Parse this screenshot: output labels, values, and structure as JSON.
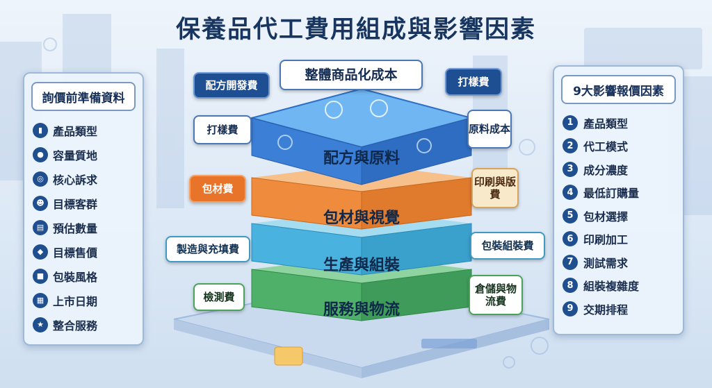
{
  "title": "保養品代工費用組成與影響因素",
  "left_panel": {
    "heading": "詢價前準備資料",
    "items": [
      {
        "label": "產品類型",
        "icon": "bar-chart-icon"
      },
      {
        "label": "容量質地",
        "icon": "bottle-icon"
      },
      {
        "label": "核心訴求",
        "icon": "target-icon"
      },
      {
        "label": "目標客群",
        "icon": "people-icon"
      },
      {
        "label": "預估數量",
        "icon": "bars-icon"
      },
      {
        "label": "目標售價",
        "icon": "price-tag-icon"
      },
      {
        "label": "包裝風格",
        "icon": "box-icon"
      },
      {
        "label": "上市日期",
        "icon": "calendar-icon"
      },
      {
        "label": "整合服務",
        "icon": "service-icon"
      }
    ]
  },
  "right_panel": {
    "heading": "9大影響報價因素",
    "items": [
      {
        "num": "1",
        "label": "產品類型"
      },
      {
        "num": "2",
        "label": "代工模式"
      },
      {
        "num": "3",
        "label": "成分濃度"
      },
      {
        "num": "4",
        "label": "最低訂購量"
      },
      {
        "num": "5",
        "label": "包材選擇"
      },
      {
        "num": "6",
        "label": "印刷加工"
      },
      {
        "num": "7",
        "label": "測試需求"
      },
      {
        "num": "8",
        "label": "組裝複雜度"
      },
      {
        "num": "9",
        "label": "交期排程"
      }
    ]
  },
  "stack": {
    "top_label": "整體商品化成本",
    "layers": [
      {
        "label": "配方與原料",
        "color": "#3f7fd6"
      },
      {
        "label": "包材與視覺",
        "color": "#ee8a3c"
      },
      {
        "label": "生產與組裝",
        "color": "#43a9d6"
      },
      {
        "label": "服務與物流",
        "color": "#4fb06a"
      }
    ]
  },
  "tags": {
    "formula_dev": "配方開發費",
    "sample_top": "打樣費",
    "sample_left": "打樣費",
    "raw_material": "原料成本",
    "packaging": "包材費",
    "printing": "印刷與版費",
    "manufacturing": "製造與充填費",
    "assembly": "包裝組裝費",
    "testing": "檢測費",
    "logistics": "倉儲與物流費"
  }
}
